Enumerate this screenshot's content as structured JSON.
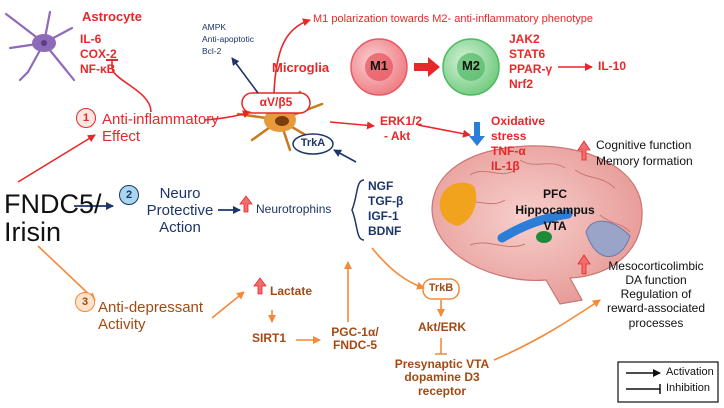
{
  "fndc5": "FNDC5/\nIrisin",
  "astrocyte": {
    "title": "Astrocyte",
    "markers": [
      "IL-6",
      "COX-2",
      "NF-κB"
    ]
  },
  "ampk": [
    "AMPK",
    "Anti-apoptotic",
    "Bcl-2"
  ],
  "m1_polarization": "M1 polarization towards M2- anti-inflammatory phenotype",
  "microglia": "Microglia",
  "m1": "M1",
  "m2": "M2",
  "m2_markers": [
    "JAK2",
    "STAT6",
    "PPAR-γ",
    "Nrf2"
  ],
  "il10": "IL-10",
  "integrin": "αV/β5",
  "trka": "TrkA",
  "erk": [
    "ERK1/2",
    "- Akt"
  ],
  "oxidative": [
    "Oxidative",
    "stress",
    "TNF-α",
    "IL-1β"
  ],
  "effect1": {
    "num": "1",
    "label": "Anti-inflammatory\nEffect"
  },
  "effect2": {
    "num": "2",
    "label": "Neuro\nProtective\nAction"
  },
  "effect3": {
    "num": "3",
    "label": "Anti-depressant\nActivity"
  },
  "neurotrophins": "Neurotrophins",
  "factors": [
    "NGF",
    "TGF-β",
    "IGF-1",
    "BDNF"
  ],
  "cognitive": [
    "Cognitive function",
    "Memory formation"
  ],
  "brain_regions": [
    "PFC",
    "Hippocampus",
    "VTA"
  ],
  "mesocorticolimbic": "Mesocorticolimbic\nDA function\nRegulation of\nreward-associated\nprocesses",
  "lactate": "Lactate",
  "sirt1": "SIRT1",
  "pgc": "PGC-1α/\nFNDC-5",
  "trkb": "TrkB",
  "akt_erk": "Akt/ERK",
  "presynaptic": "Presynaptic VTA\ndopamine D3\nreceptor",
  "legend": {
    "activation": "Activation",
    "inhibition": "Inhibition"
  },
  "colors": {
    "red": "#e8272a",
    "navy": "#1d3569",
    "brown": "#a34a12",
    "orange": "#f4893a",
    "m1_fill": "#f08a8f",
    "m2_fill": "#8fd69a",
    "cell_body": "#e89a3a",
    "astrocyte": "#8e6bb8",
    "brain": "#f2b7b4"
  }
}
